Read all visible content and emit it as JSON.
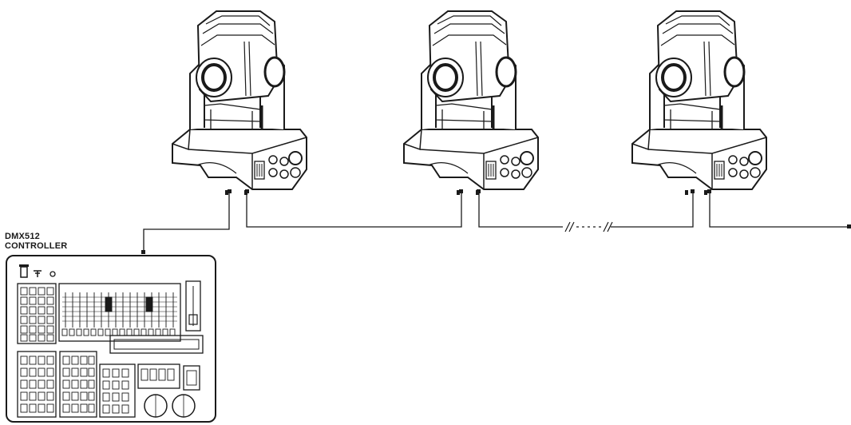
{
  "controller": {
    "label_line1": "DMX512",
    "label_line2": "CONTROLLER"
  },
  "fixtures": [
    {
      "id": "moving-head-1"
    },
    {
      "id": "moving-head-2"
    },
    {
      "id": "moving-head-3"
    }
  ],
  "colors": {
    "line": "#1a1a1a",
    "background": "#ffffff"
  }
}
